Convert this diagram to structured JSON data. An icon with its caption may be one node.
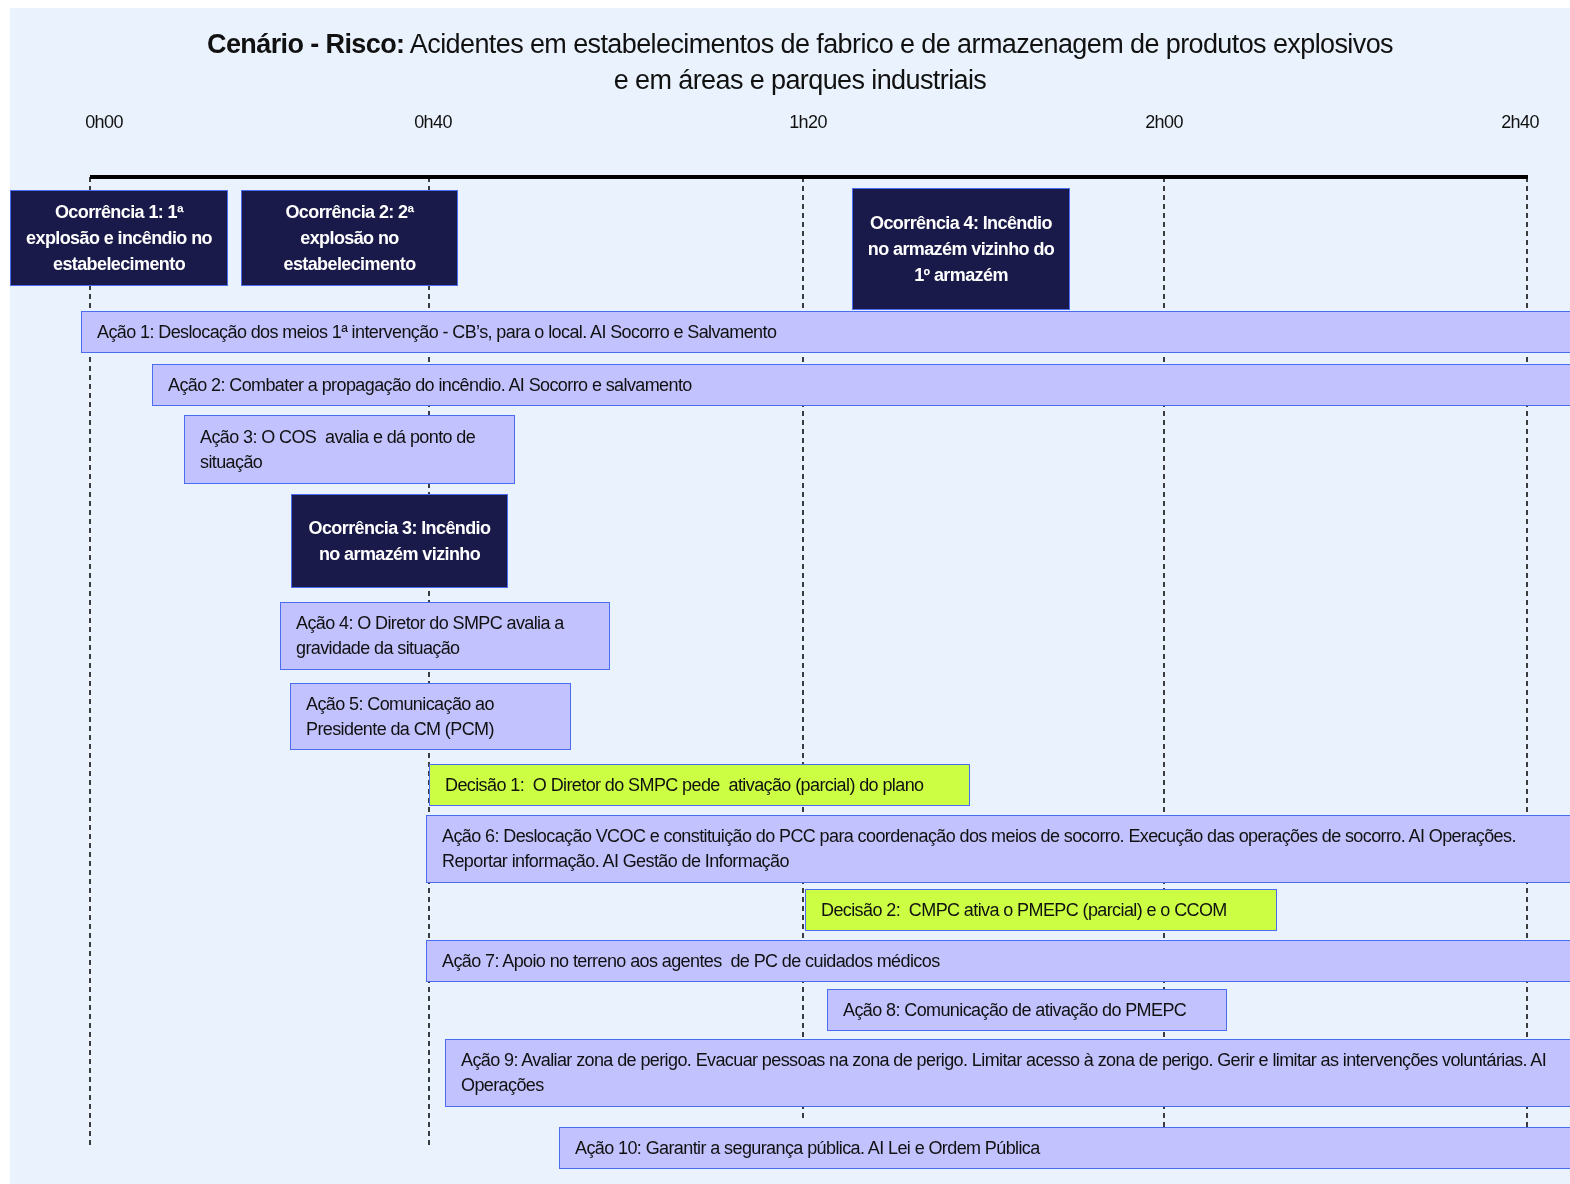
{
  "diagram": {
    "title": "**Cenário - Risco:** Acidentes em estabelecimentos de fabrico e de armazenagem de produtos explosivos e em áreas e parques industriais",
    "nodes": [
      {
        "text": [
          "Ocorrência 1: 1ª explosão e incêndio no estabelecimento"
        ]
      },
      {
        "text": [
          "Ocorrência 2: 2ª explosão no estabelecimento"
        ]
      },
      {
        "text": [
          "Ocorrência 4: Incêndio no armazém vizinho do 1º armazém"
        ]
      },
      {
        "text": [
          "Ação 1: Deslocação dos meios 1ª intervenção - CB’s, para o local. AI Socorro e Salvamento"
        ]
      },
      {
        "text": [
          "Ação 2: Combater a propagação do incêndio. AI Socorro e salvamento"
        ]
      },
      {
        "text": [
          "Ação 3: O COS  avalia e dá ponto de situação"
        ]
      },
      {
        "text": [
          "Ocorrência 3: Incêndio no armazém vizinho"
        ]
      },
      {
        "text": [
          "Ação 4: O Diretor do SMPC avalia a gravidade da situação"
        ]
      },
      {
        "text": [
          "Ação 5: Comunicação ao Presidente da CM (PCM)"
        ]
      },
      {
        "text": [
          "Decisão 1:  O Diretor do SMPC pede  ativação (parcial) do plano"
        ]
      },
      {
        "text": [
          "Ação 6: Deslocação VCOC e constituição do PCC para coordenação dos meios de socorro. Execução das operações de socorro. AI Operações. Reportar informação. AI Gestão de Informação"
        ]
      },
      {
        "text": [
          "Decisão 2:  CMPC ativa o PMEPC (parcial) e o CCOM"
        ]
      },
      {
        "text": [
          "Ação 7: Apoio no terreno aos agentes  de PC de cuidados médicos"
        ]
      },
      {
        "text": [
          "Ação 8: Comunicação de ativação do PMEPC"
        ]
      },
      {
        "text": [
          "Ação 9: Avaliar zona de perigo. Evacuar pessoas na zona de perigo. Limitar acesso à zona de perigo. Gerir e limitar as intervenções voluntárias. AI Operações"
        ]
      },
      {
        "text": [
          "Ação 10: Garantir a segurança pública. AI Lei e Ordem Pública"
        ]
      }
    ],
    "labels": [
      "0h00",
      "0h40",
      "1h20",
      "2h00",
      "2h40"
    ]
  }
}
